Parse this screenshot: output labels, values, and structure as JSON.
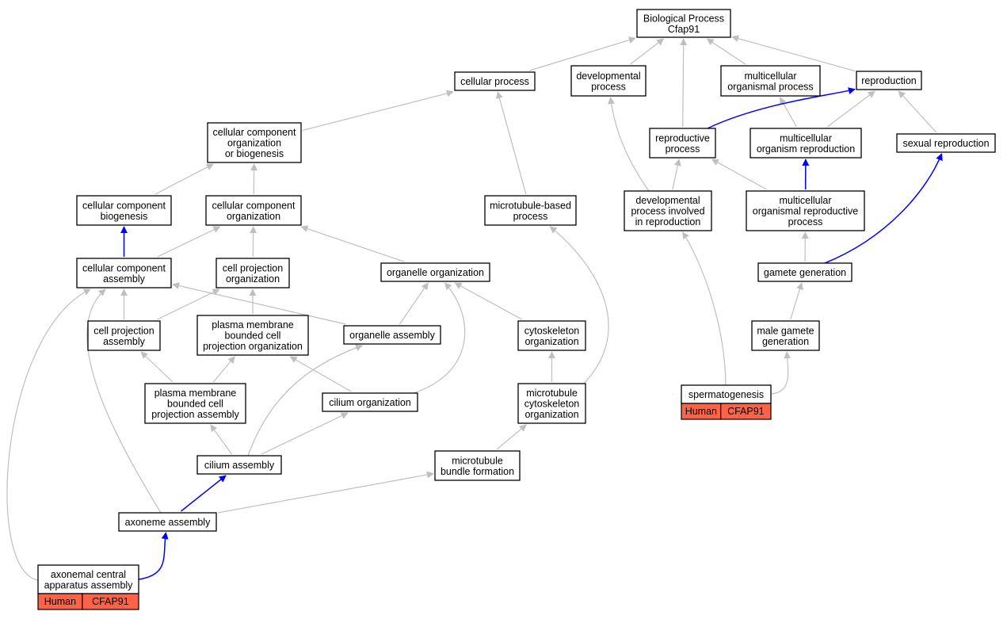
{
  "colors": {
    "edge_default": "#bfbfbf",
    "edge_highlight": "#0000ff",
    "annotation_fill": "#ff6347",
    "node_border": "#000000"
  },
  "nodes": {
    "bp": [
      "Biological Process",
      "Cfap91"
    ],
    "cellular_process": [
      "cellular process"
    ],
    "developmental_process": [
      "developmental",
      "process"
    ],
    "multicellular_organismal_process": [
      "multicellular",
      "organismal process"
    ],
    "reproduction": [
      "reproduction"
    ],
    "ccob": [
      "cellular component",
      "organization",
      "or biogenesis"
    ],
    "reproductive_process": [
      "reproductive",
      "process"
    ],
    "multicellular_organism_reproduction": [
      "multicellular",
      "organism reproduction"
    ],
    "sexual_reproduction": [
      "sexual reproduction"
    ],
    "cc_biogenesis": [
      "cellular component",
      "biogenesis"
    ],
    "cc_organization": [
      "cellular component",
      "organization"
    ],
    "microtubule_based_process": [
      "microtubule-based",
      "process"
    ],
    "dev_proc_reproduction": [
      "developmental",
      "process involved",
      "in reproduction"
    ],
    "multicellular_organismal_reproductive_process": [
      "multicellular",
      "organismal reproductive",
      "process"
    ],
    "cc_assembly": [
      "cellular component",
      "assembly"
    ],
    "cell_projection_organization": [
      "cell projection",
      "organization"
    ],
    "organelle_organization": [
      "organelle organization"
    ],
    "gamete_generation": [
      "gamete generation"
    ],
    "cell_projection_assembly": [
      "cell projection",
      "assembly"
    ],
    "pm_bounded_cell_projection_organization": [
      "plasma membrane",
      "bounded cell",
      "projection organization"
    ],
    "organelle_assembly": [
      "organelle assembly"
    ],
    "cytoskeleton_organization": [
      "cytoskeleton",
      "organization"
    ],
    "male_gamete_generation": [
      "male gamete",
      "generation"
    ],
    "pm_bounded_cell_projection_assembly": [
      "plasma membrane",
      "bounded cell",
      "projection assembly"
    ],
    "cilium_organization": [
      "cilium organization"
    ],
    "microtubule_cytoskeleton_organization": [
      "microtubule",
      "cytoskeleton",
      "organization"
    ],
    "spermatogenesis": [
      "spermatogenesis"
    ],
    "cilium_assembly": [
      "cilium assembly"
    ],
    "microtubule_bundle_formation": [
      "microtubule",
      "bundle formation"
    ],
    "axoneme_assembly": [
      "axoneme assembly"
    ],
    "axonemal_central_apparatus_assembly": [
      "axonemal central",
      "apparatus assembly"
    ]
  },
  "annotations": {
    "spermatogenesis": [
      "Human",
      "CFAP91"
    ],
    "axonemal_central_apparatus_assembly": [
      "Human",
      "CFAP91"
    ]
  },
  "edges": [
    {
      "from": "cellular_process",
      "to": "bp",
      "highlight": false
    },
    {
      "from": "developmental_process",
      "to": "bp",
      "highlight": false
    },
    {
      "from": "multicellular_organismal_process",
      "to": "bp",
      "highlight": false
    },
    {
      "from": "reproduction",
      "to": "bp",
      "highlight": false
    },
    {
      "from": "reproductive_process",
      "to": "bp",
      "highlight": false
    },
    {
      "from": "ccob",
      "to": "cellular_process",
      "highlight": false
    },
    {
      "from": "microtubule_based_process",
      "to": "cellular_process",
      "highlight": false
    },
    {
      "from": "dev_proc_reproduction",
      "to": "developmental_process",
      "highlight": false
    },
    {
      "from": "multicellular_organism_reproduction",
      "to": "multicellular_organismal_process",
      "highlight": false
    },
    {
      "from": "reproductive_process",
      "to": "reproduction",
      "highlight": true
    },
    {
      "from": "multicellular_organism_reproduction",
      "to": "reproduction",
      "highlight": false
    },
    {
      "from": "sexual_reproduction",
      "to": "reproduction",
      "highlight": false
    },
    {
      "from": "cc_biogenesis",
      "to": "ccob",
      "highlight": false
    },
    {
      "from": "cc_organization",
      "to": "ccob",
      "highlight": false
    },
    {
      "from": "dev_proc_reproduction",
      "to": "reproductive_process",
      "highlight": false
    },
    {
      "from": "multicellular_organismal_reproductive_process",
      "to": "reproductive_process",
      "highlight": false
    },
    {
      "from": "multicellular_organismal_reproductive_process",
      "to": "multicellular_organism_reproduction",
      "highlight": true
    },
    {
      "from": "gamete_generation",
      "to": "sexual_reproduction",
      "highlight": true
    },
    {
      "from": "cc_assembly",
      "to": "cc_biogenesis",
      "highlight": true
    },
    {
      "from": "cc_assembly",
      "to": "cc_organization",
      "highlight": false
    },
    {
      "from": "cell_projection_organization",
      "to": "cc_organization",
      "highlight": false
    },
    {
      "from": "organelle_organization",
      "to": "cc_organization",
      "highlight": false
    },
    {
      "from": "microtubule_cytoskeleton_organization",
      "to": "microtubule_based_process",
      "highlight": false
    },
    {
      "from": "spermatogenesis",
      "to": "dev_proc_reproduction",
      "highlight": false
    },
    {
      "from": "gamete_generation",
      "to": "multicellular_organismal_reproductive_process",
      "highlight": false
    },
    {
      "from": "cell_projection_assembly",
      "to": "cc_assembly",
      "highlight": false
    },
    {
      "from": "organelle_assembly",
      "to": "cc_assembly",
      "highlight": false
    },
    {
      "from": "axoneme_assembly",
      "to": "cc_assembly",
      "highlight": false
    },
    {
      "from": "axonemal_central_apparatus_assembly",
      "to": "cc_assembly",
      "highlight": false
    },
    {
      "from": "cell_projection_assembly",
      "to": "cell_projection_organization",
      "highlight": false
    },
    {
      "from": "pm_bounded_cell_projection_organization",
      "to": "cell_projection_organization",
      "highlight": false
    },
    {
      "from": "organelle_assembly",
      "to": "organelle_organization",
      "highlight": false
    },
    {
      "from": "cytoskeleton_organization",
      "to": "organelle_organization",
      "highlight": false
    },
    {
      "from": "cilium_organization",
      "to": "organelle_organization",
      "highlight": false
    },
    {
      "from": "male_gamete_generation",
      "to": "gamete_generation",
      "highlight": false
    },
    {
      "from": "pm_bounded_cell_projection_assembly",
      "to": "cell_projection_assembly",
      "highlight": false
    },
    {
      "from": "pm_bounded_cell_projection_assembly",
      "to": "pm_bounded_cell_projection_organization",
      "highlight": false
    },
    {
      "from": "cilium_organization",
      "to": "pm_bounded_cell_projection_organization",
      "highlight": false
    },
    {
      "from": "cilium_assembly",
      "to": "organelle_assembly",
      "highlight": false
    },
    {
      "from": "microtubule_cytoskeleton_organization",
      "to": "cytoskeleton_organization",
      "highlight": false
    },
    {
      "from": "spermatogenesis",
      "to": "male_gamete_generation",
      "highlight": false
    },
    {
      "from": "cilium_assembly",
      "to": "pm_bounded_cell_projection_assembly",
      "highlight": false
    },
    {
      "from": "cilium_assembly",
      "to": "cilium_organization",
      "highlight": false
    },
    {
      "from": "microtubule_bundle_formation",
      "to": "microtubule_cytoskeleton_organization",
      "highlight": false
    },
    {
      "from": "axoneme_assembly",
      "to": "cilium_assembly",
      "highlight": true
    },
    {
      "from": "axoneme_assembly",
      "to": "microtubule_bundle_formation",
      "highlight": false
    },
    {
      "from": "axonemal_central_apparatus_assembly",
      "to": "axoneme_assembly",
      "highlight": true
    }
  ]
}
